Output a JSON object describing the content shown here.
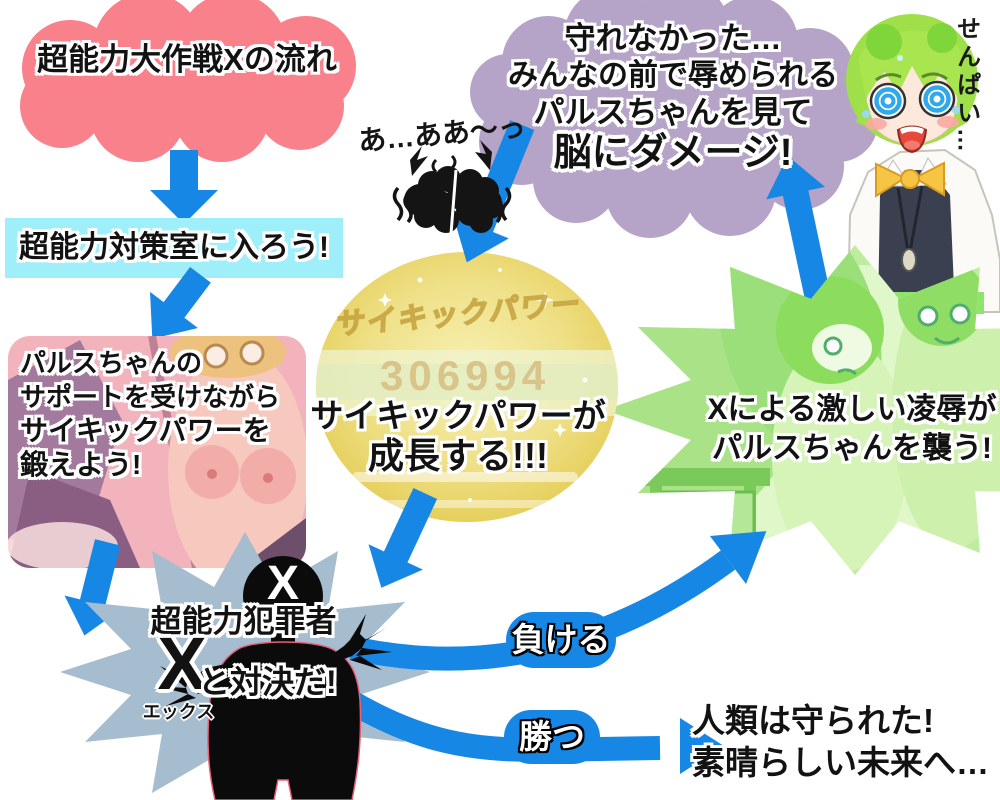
{
  "flow": {
    "title": "超能力大作戦Xの流れ",
    "step_enter": "超能力対策室に入ろう!",
    "step_training": {
      "line1": "パルスちゃんの",
      "line2": "サポートを受けながら",
      "line3": "サイキックパワーを",
      "line4": "鍛えよう!"
    },
    "power_meter": {
      "title": "サイキックパワー",
      "value": "306994",
      "caption1": "サイキックパワーが",
      "caption2": "成長する!!!"
    },
    "scream": "あ…ああ〜っ",
    "brain_damage": {
      "line1": "守れなかった…",
      "line2": "みんなの前で辱められる",
      "line3": "パルスちゃんを見て",
      "line4": "脳にダメージ!"
    },
    "senpai": "せんぱい…",
    "assault": {
      "line1": "Xによる激しい凌辱が",
      "line2": "パルスちゃんを襲う!"
    },
    "battle": {
      "line1": "超能力犯罪者",
      "x": "X",
      "furigana": "エックス",
      "suffix": "と対決だ!",
      "head_mark": "X"
    },
    "lose_label": "負ける",
    "win_label": "勝つ",
    "ending": {
      "line1": "人類は守られた!",
      "line2": "素晴らしい未来へ…"
    }
  },
  "colors": {
    "arrow_blue": "#1787E5",
    "cloud_pink": "#F8818C",
    "box_cyan": "#9FEFFB",
    "cloud_purple": "#B5A3C8",
    "burst_slate": "#A5BDCF",
    "power_gold": "#EBD96B",
    "burst_green": "#BFEDA0",
    "pill_blue": "#1787E5"
  }
}
